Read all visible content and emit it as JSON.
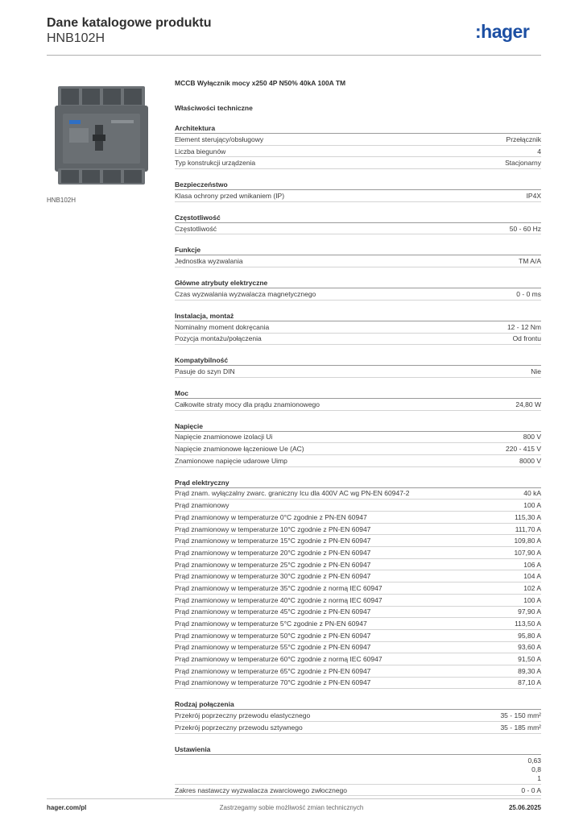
{
  "header": {
    "title": "Dane katalogowe produktu",
    "code": "HNB102H",
    "logo": ":hager"
  },
  "image": {
    "caption": "HNB102H"
  },
  "product": {
    "description": "MCCB Wyłącznik mocy x250 4P N50% 40kA 100A TM",
    "properties_title": "Właściwości techniczne"
  },
  "sections": [
    {
      "title": "Architektura",
      "rows": [
        {
          "name": "Element sterujący/obsługowy",
          "value": "Przełącznik"
        },
        {
          "name": "Liczba biegunów",
          "value": "4"
        },
        {
          "name": "Typ konstrukcji urządzenia",
          "value": "Stacjonarny"
        }
      ]
    },
    {
      "title": "Bezpieczeństwo",
      "rows": [
        {
          "name": "Klasa ochrony przed wnikaniem (IP)",
          "value": "IP4X"
        }
      ]
    },
    {
      "title": "Częstotliwość",
      "rows": [
        {
          "name": "Częstotliwość",
          "value": "50 - 60 Hz"
        }
      ]
    },
    {
      "title": "Funkcje",
      "rows": [
        {
          "name": "Jednostka wyzwalania",
          "value": "TM A/A"
        }
      ]
    },
    {
      "title": "Główne atrybuty elektryczne",
      "rows": [
        {
          "name": "Czas wyzwalania wyzwalacza magnetycznego",
          "value": "0 - 0 ms"
        }
      ]
    },
    {
      "title": "Instalacja, montaż",
      "rows": [
        {
          "name": "Nominalny moment dokręcania",
          "value": "12 - 12 Nm"
        },
        {
          "name": "Pozycja montażu/połączenia",
          "value": "Od frontu"
        }
      ]
    },
    {
      "title": "Kompatybilność",
      "rows": [
        {
          "name": "Pasuje do szyn DIN",
          "value": "Nie"
        }
      ]
    },
    {
      "title": "Moc",
      "rows": [
        {
          "name": "Całkowite straty mocy dla prądu znamionowego",
          "value": "24,80 W"
        }
      ]
    },
    {
      "title": "Napięcie",
      "rows": [
        {
          "name": "Napięcie znamionowe izolacji Ui",
          "value": "800 V"
        },
        {
          "name": "Napięcie znamionowe łączeniowe Ue (AC)",
          "value": "220 - 415 V"
        },
        {
          "name": "Znamionowe napięcie udarowe Uimp",
          "value": "8000 V"
        }
      ]
    },
    {
      "title": "Prąd elektryczny",
      "rows": [
        {
          "name": "Prąd znam. wyłączalny zwarc. graniczny Icu dla 400V AC wg PN-EN 60947-2",
          "value": "40 kA"
        },
        {
          "name": "Prąd znamionowy",
          "value": "100 A"
        },
        {
          "name": "Prąd znamionowy w temperaturze 0°C zgodnie z PN-EN 60947",
          "value": "115,30 A"
        },
        {
          "name": "Prąd znamionowy w temperaturze 10°C zgodnie z PN-EN 60947",
          "value": "111,70 A"
        },
        {
          "name": "Prąd znamionowy w temperaturze 15°C zgodnie z PN-EN 60947",
          "value": "109,80 A"
        },
        {
          "name": "Prąd znamionowy w temperaturze 20°C zgodnie z PN-EN 60947",
          "value": "107,90 A"
        },
        {
          "name": "Prąd znamionowy w temperaturze 25°C zgodnie z PN-EN 60947",
          "value": "106 A"
        },
        {
          "name": "Prąd znamionowy w temperaturze 30°C zgodnie z PN-EN 60947",
          "value": "104 A"
        },
        {
          "name": "Prąd znamionowy w temperaturze 35°C zgodnie z normą IEC 60947",
          "value": "102 A"
        },
        {
          "name": "Prąd znamionowy w temperaturze 40°C zgodnie z normą IEC 60947",
          "value": "100 A"
        },
        {
          "name": "Prąd znamionowy w temperaturze 45°C zgodnie z PN-EN 60947",
          "value": "97,90 A"
        },
        {
          "name": "Prąd znamionowy w temperaturze 5°C zgodnie z PN-EN 60947",
          "value": "113,50 A"
        },
        {
          "name": "Prąd znamionowy w temperaturze 50°C zgodnie z PN-EN 60947",
          "value": "95,80 A"
        },
        {
          "name": "Prąd znamionowy w temperaturze 55°C zgodnie z PN-EN 60947",
          "value": "93,60 A"
        },
        {
          "name": "Prąd znamionowy w temperaturze 60°C zgodnie z normą IEC 60947",
          "value": "91,50 A"
        },
        {
          "name": "Prąd znamionowy w temperaturze 65°C zgodnie z PN-EN 60947",
          "value": "89,30 A"
        },
        {
          "name": "Prąd znamionowy w temperaturze 70°C zgodnie z PN-EN 60947",
          "value": "87,10 A"
        }
      ]
    },
    {
      "title": "Rodzaj połączenia",
      "rows": [
        {
          "name": "Przekrój poprzeczny przewodu elastycznego",
          "value": "35 - 150 mm²"
        },
        {
          "name": "Przekrój poprzeczny przewodu sztywnego",
          "value": "35 - 185 mm²"
        }
      ]
    },
    {
      "title": "Ustawienia",
      "rows": [
        {
          "name": "",
          "values": [
            "0,63",
            "0,8",
            "1"
          ]
        },
        {
          "name": "Zakres nastawczy wyzwalacza zwarciowego zwłocznego",
          "value": "0 - 0 A"
        }
      ]
    }
  ],
  "footer": {
    "left": "hager.com/pl",
    "center": "Zastrzegamy sobie możliwość zmian technicznych",
    "right": "25.06.2025"
  }
}
